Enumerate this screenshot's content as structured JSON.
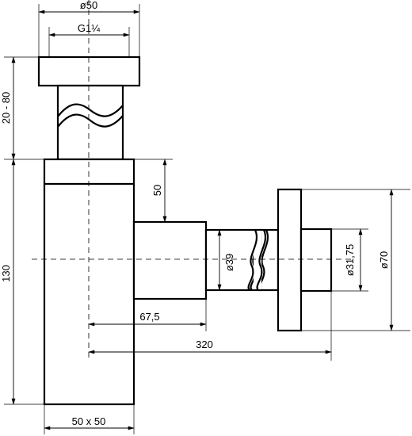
{
  "drawing": {
    "dimensions": {
      "cap_diameter": "ø50",
      "thread": "G1¼",
      "height_adjust": "20 - 80",
      "body_height": "130",
      "outlet_offset": "50",
      "outlet_diameter": "ø39",
      "outlet_depth": "67,5",
      "wall_distance": "320",
      "pipe_diameter": "ø31,75",
      "rosette_diameter": "ø70",
      "body_section": "50 x 50"
    }
  }
}
